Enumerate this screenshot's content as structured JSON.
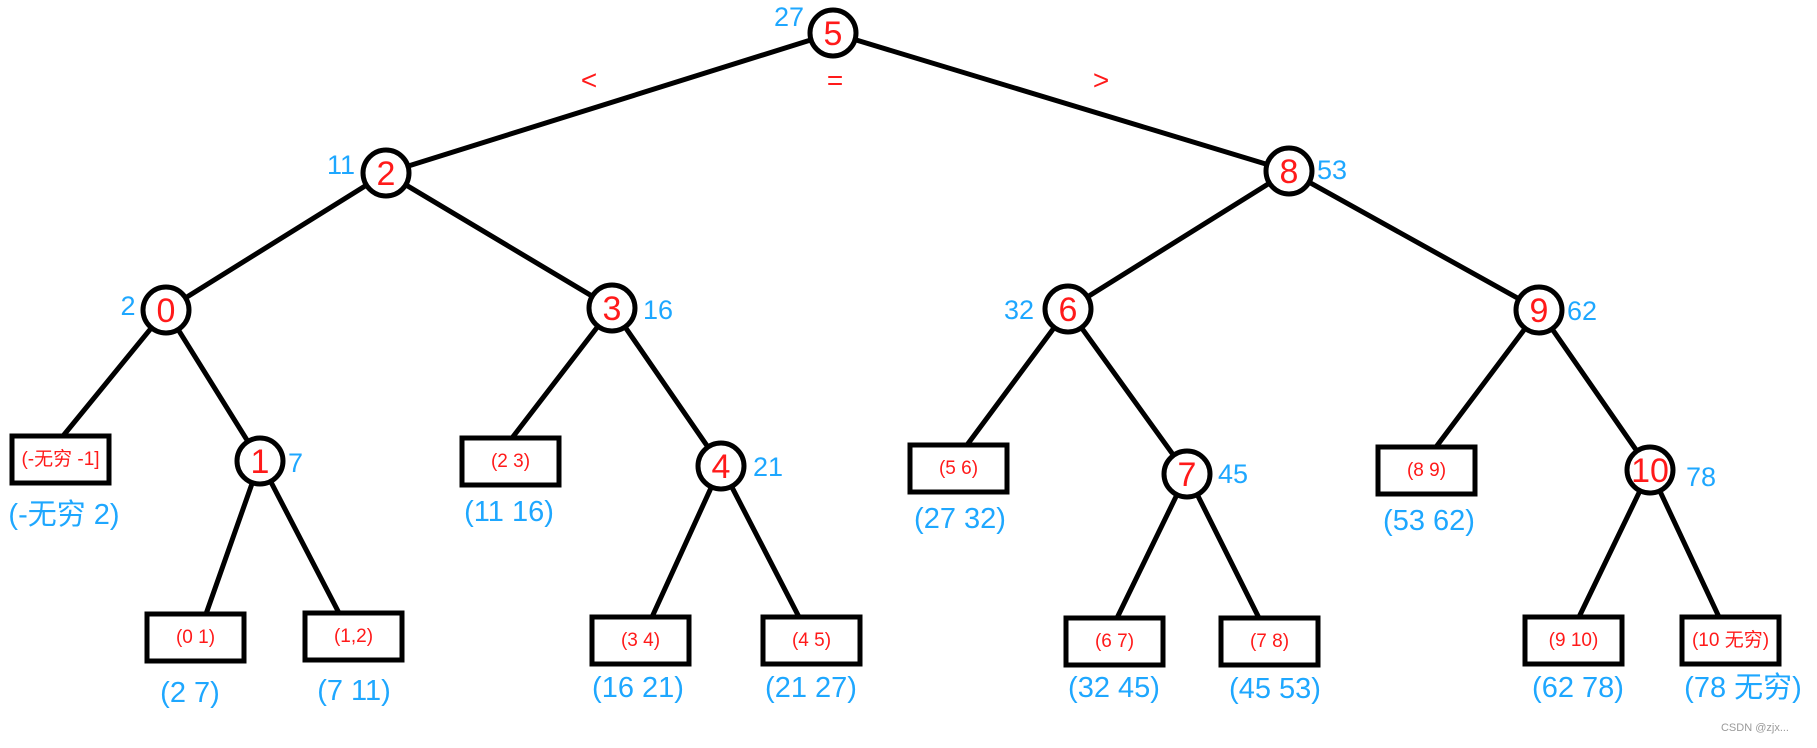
{
  "colors": {
    "node_label": "#ff1a1a",
    "weight_label": "#1ea7ff",
    "range_label": "#1ea7ff",
    "leaf_label": "#ff1a1a",
    "stroke": "#000000"
  },
  "comparison_symbols": [
    "<",
    "=",
    ">"
  ],
  "nodes": [
    {
      "key": "5",
      "label": "5",
      "weight": "27"
    },
    {
      "key": "2",
      "label": "2",
      "weight": "11"
    },
    {
      "key": "8",
      "label": "8",
      "weight": "53"
    },
    {
      "key": "0",
      "label": "0",
      "weight": "2"
    },
    {
      "key": "3",
      "label": "3",
      "weight": "16"
    },
    {
      "key": "6",
      "label": "6",
      "weight": "32"
    },
    {
      "key": "9",
      "label": "9",
      "weight": "62"
    },
    {
      "key": "1",
      "label": "1",
      "weight": "7"
    },
    {
      "key": "4",
      "label": "4",
      "weight": "21"
    },
    {
      "key": "7",
      "label": "7",
      "weight": "45"
    },
    {
      "key": "10",
      "label": "10",
      "weight": "78"
    }
  ],
  "leaves": [
    {
      "key": "L0",
      "label": "(-无穷 -1]",
      "range": "(-无穷 2)"
    },
    {
      "key": "L1",
      "label": "(0 1)",
      "range": "(2 7)"
    },
    {
      "key": "L2",
      "label": "(1,2)",
      "range": "(7 11)"
    },
    {
      "key": "L3",
      "label": "(2 3)",
      "range": "(11 16)"
    },
    {
      "key": "L4",
      "label": "(3 4)",
      "range": "(16 21)"
    },
    {
      "key": "L5",
      "label": "(4 5)",
      "range": "(21 27)"
    },
    {
      "key": "L6",
      "label": "(5 6)",
      "range": "(27 32)"
    },
    {
      "key": "L7",
      "label": "(6 7)",
      "range": "(32 45)"
    },
    {
      "key": "L8",
      "label": "(7 8)",
      "range": "(45 53)"
    },
    {
      "key": "L9",
      "label": "(8 9)",
      "range": "(53 62)"
    },
    {
      "key": "L10",
      "label": "(9 10)",
      "range": "(62 78)"
    },
    {
      "key": "L11",
      "label": "(10 无穷)",
      "range": "(78 无穷)"
    }
  ],
  "edges": [
    [
      "5",
      "2"
    ],
    [
      "5",
      "8"
    ],
    [
      "2",
      "0"
    ],
    [
      "2",
      "3"
    ],
    [
      "8",
      "6"
    ],
    [
      "8",
      "9"
    ],
    [
      "0",
      "L0"
    ],
    [
      "0",
      "1"
    ],
    [
      "1",
      "L1"
    ],
    [
      "1",
      "L2"
    ],
    [
      "3",
      "L3"
    ],
    [
      "3",
      "4"
    ],
    [
      "4",
      "L4"
    ],
    [
      "4",
      "L5"
    ],
    [
      "6",
      "L6"
    ],
    [
      "6",
      "7"
    ],
    [
      "7",
      "L7"
    ],
    [
      "7",
      "L8"
    ],
    [
      "9",
      "L9"
    ],
    [
      "9",
      "10"
    ],
    [
      "10",
      "L10"
    ],
    [
      "10",
      "L11"
    ]
  ],
  "watermark": "CSDN @zjx..."
}
